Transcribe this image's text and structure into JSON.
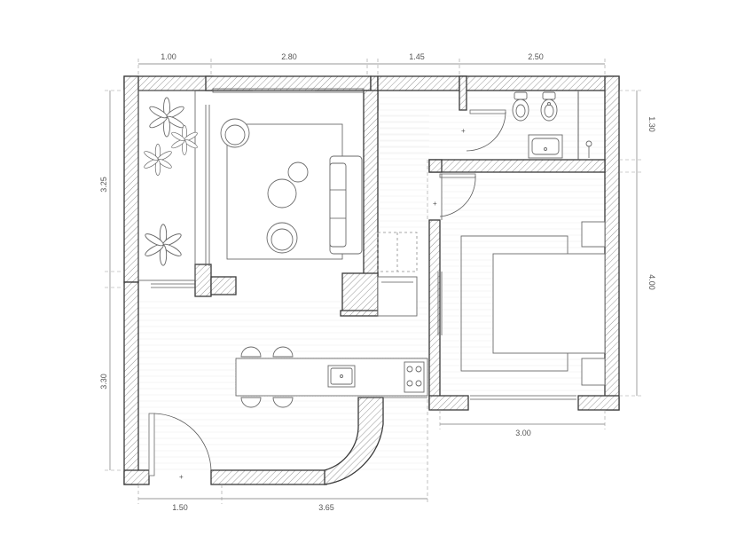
{
  "dimensions": {
    "top": [
      "1.00",
      "2.80",
      "1.45",
      "2.50"
    ],
    "left": [
      "3.25",
      "3.30"
    ],
    "right": [
      "1.30",
      "4.00"
    ],
    "bottom": [
      "1.50",
      "3.65",
      "3.00"
    ]
  },
  "colors": {
    "wall_stroke": "#3a3a3a",
    "wall_hatch": "#8a8a8a",
    "furniture_stroke": "#6a6a6a",
    "dimension": "#777777"
  },
  "icons": {
    "plant": "plant-icon",
    "stove": "cooktop-icon",
    "sink": "sink-icon",
    "toilet": "toilet-icon",
    "bidet": "bidet-icon"
  }
}
